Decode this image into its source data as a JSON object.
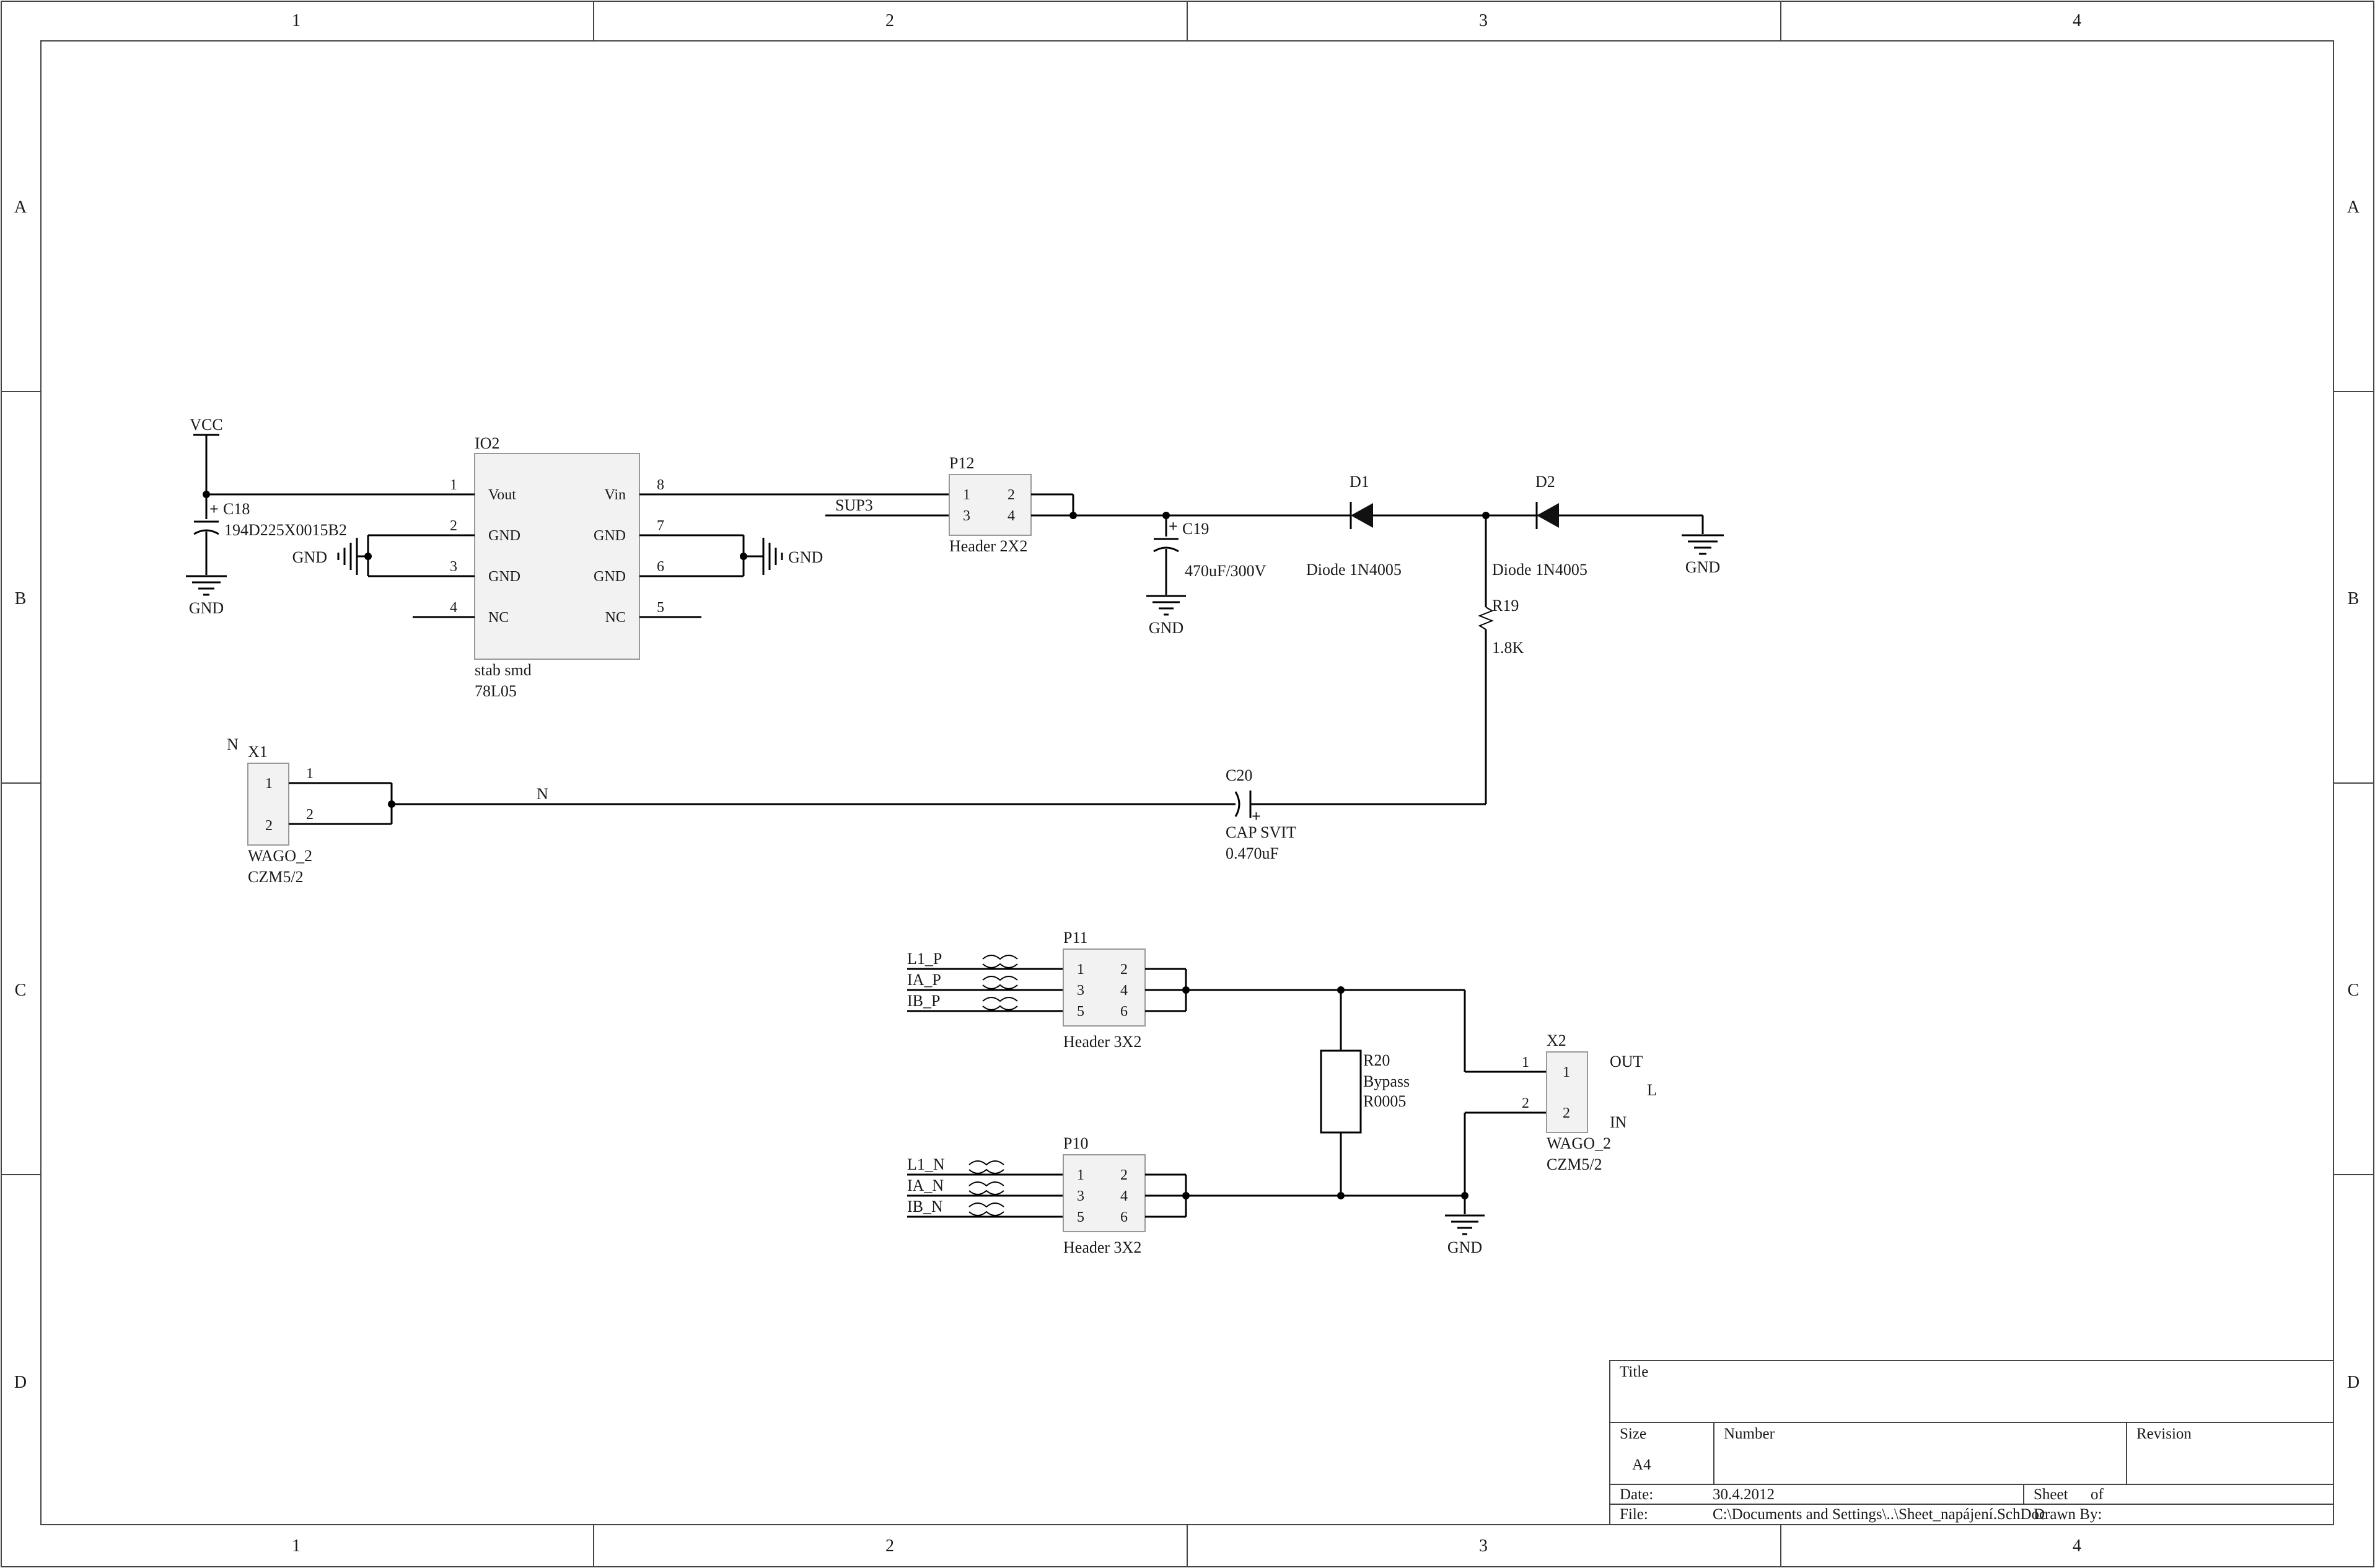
{
  "zones": {
    "columns": [
      "1",
      "2",
      "3",
      "4"
    ],
    "rows": [
      "A",
      "B",
      "C",
      "D"
    ]
  },
  "power": {
    "vcc": "VCC",
    "gnd": "GND"
  },
  "components": {
    "io2": {
      "ref": "IO2",
      "value1": "stab smd",
      "value2": "78L05",
      "pins_left": [
        {
          "num": "1",
          "name": "Vout"
        },
        {
          "num": "2",
          "name": "GND"
        },
        {
          "num": "3",
          "name": "GND"
        },
        {
          "num": "4",
          "name": "NC"
        }
      ],
      "pins_right": [
        {
          "num": "8",
          "name": "Vin"
        },
        {
          "num": "7",
          "name": "GND"
        },
        {
          "num": "6",
          "name": "GND"
        },
        {
          "num": "5",
          "name": "NC"
        }
      ]
    },
    "c18": {
      "ref": "C18",
      "value": "194D225X0015B2",
      "plus": "+"
    },
    "c19": {
      "ref": "C19",
      "value": "470uF/300V",
      "plus": "+"
    },
    "c20": {
      "ref": "C20",
      "value1": "CAP SVIT",
      "value2": "0.470uF",
      "plus": "+"
    },
    "d1": {
      "ref": "D1",
      "value": "Diode 1N4005"
    },
    "d2": {
      "ref": "D2",
      "value": "Diode 1N4005"
    },
    "r19": {
      "ref": "R19",
      "value": "1.8K"
    },
    "r20": {
      "ref": "R20",
      "value1": "Bypass",
      "value2": "R0005"
    },
    "p12": {
      "ref": "P12",
      "value": "Header 2X2",
      "pins": [
        "1",
        "2",
        "3",
        "4"
      ]
    },
    "p11": {
      "ref": "P11",
      "value": "Header 3X2",
      "pins": [
        "1",
        "2",
        "3",
        "4",
        "5",
        "6"
      ]
    },
    "p10": {
      "ref": "P10",
      "value": "Header 3X2",
      "pins": [
        "1",
        "2",
        "3",
        "4",
        "5",
        "6"
      ]
    },
    "x1": {
      "ref": "X1",
      "value1": "WAGO_2",
      "value2": "CZM5/2",
      "pins": [
        "1",
        "2"
      ],
      "pin_nums": [
        "1",
        "2"
      ],
      "port": "N"
    },
    "x2": {
      "ref": "X2",
      "value1": "WAGO_2",
      "value2": "CZM5/2",
      "pins": [
        "1",
        "2"
      ],
      "pin_nums": [
        "1",
        "2"
      ],
      "out": "OUT",
      "in": "IN",
      "l": "L"
    }
  },
  "nets": {
    "sup3": "SUP3",
    "n": "N",
    "p11_nets": [
      "L1_P",
      "IA_P",
      "IB_P"
    ],
    "p10_nets": [
      "L1_N",
      "IA_N",
      "IB_N"
    ]
  },
  "title_block": {
    "title_label": "Title",
    "size_label": "Size",
    "size_value": "A4",
    "number_label": "Number",
    "revision_label": "Revision",
    "date_label": "Date:",
    "date_value": "30.4.2012",
    "sheet_label": "Sheet",
    "of_label": "of",
    "file_label": "File:",
    "file_value": "C:\\Documents and Settings\\..\\Sheet_napájení.SchDoc",
    "drawn_by_label": "Drawn By:"
  }
}
